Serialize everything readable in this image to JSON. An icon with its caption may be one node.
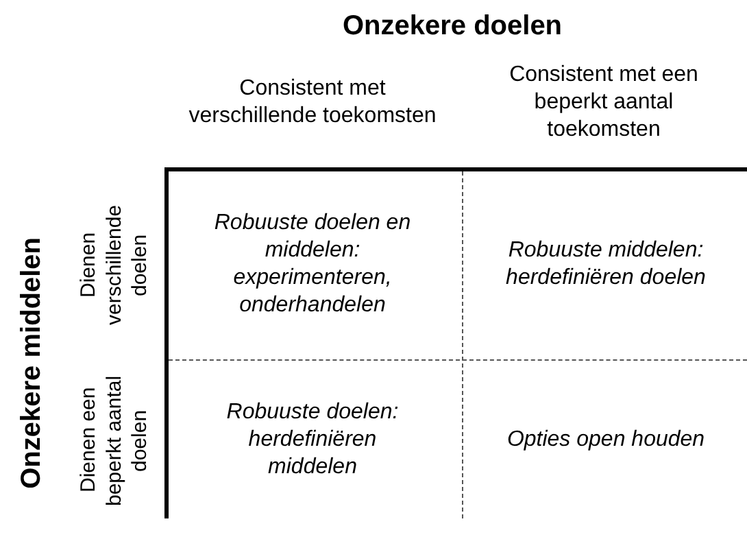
{
  "diagram": {
    "labels": [
      "Onzekere doelen",
      "Consistent met verschillende toekomsten",
      "Consistent met een beperkt aantal toekomsten",
      "Onzekere middelen",
      "Dienen verschillende doelen",
      "Dienen een beperkt aantal doelen",
      "Robuuste doelen en middelen: experimenteren, onderhandelen",
      "Robuuste middelen: herdefiniëren doelen",
      "Robuuste doelen: herdefiniëren middelen",
      "Opties open houden"
    ]
  }
}
